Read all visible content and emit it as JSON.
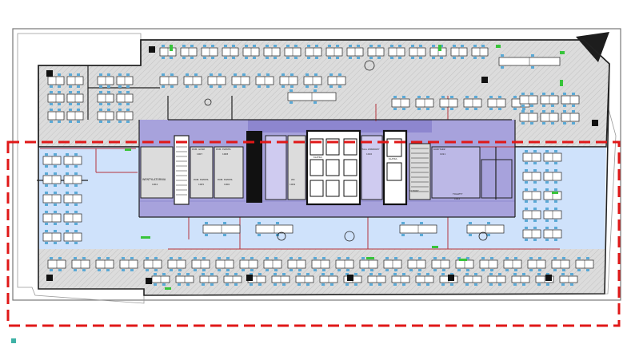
{
  "colors": {
    "office_hatch_bg": "#dcdcdc",
    "highlight_zone": "#cfe2fb",
    "core_purple": "#a7a2dc",
    "core_purple_dark": "#7f79c6",
    "wall": "#222222",
    "marker_dash": "#e01818",
    "partition_red": "#b4343c",
    "accent_green": "#37c43a",
    "chair_blue": "#5aa9d6",
    "background": "#ffffff"
  },
  "room_labels": {
    "wentylatornia": "WENTYLATORNIA",
    "pom_elektr_left": "POM. ELEKTR.",
    "pom_elektr_center": "POM. ELEKTR.",
    "pom_elektr_right": "POM. ELEKTR.",
    "pom_gosp": "POM. GOSP.",
    "klatka_1": "KLATKA",
    "klatka_2": "KLATKA",
    "hall_windowy": "HALL WINDOWY",
    "korytarz": "KORYTARZ",
    "wc": "WC",
    "schody": "SCHODY",
    "toalety": "TOALETY"
  },
  "room_numbers": {
    "n1": "1004",
    "n2": "1005",
    "n3": "1006",
    "n4": "1007",
    "n5": "1008",
    "n6": "1009",
    "n7": "1010",
    "n8": "1011",
    "n9": "1012"
  },
  "icons": {
    "desk": "workstation-icon",
    "elevator": "elevator-icon",
    "stairs": "stairs-icon",
    "plant": "plant-icon"
  }
}
